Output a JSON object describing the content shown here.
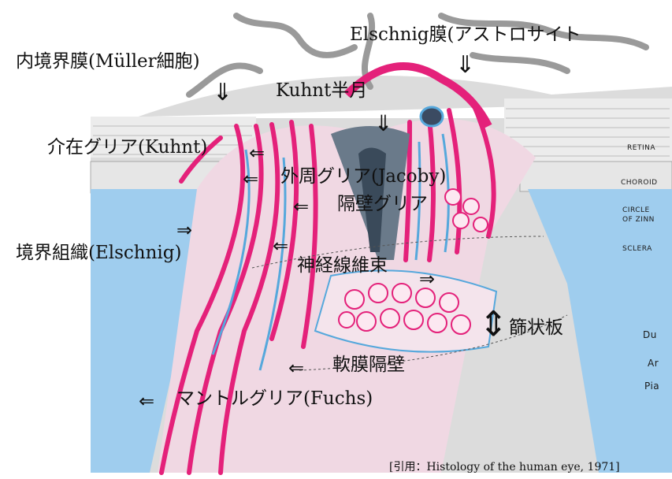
{
  "labels": {
    "muller": "内境界膜(Müller細胞)",
    "elschnig_membrane": "Elschnig膜(アストロサイト",
    "kuhnt_meniscus": "Kuhnt半月",
    "kuhnt_glia": "介在グリア(Kuhnt)",
    "peripheral_glia": "外周グリア(Jacoby)",
    "septal_glia": "隔壁グリア",
    "border_tissue": "境界組織(Elschnig)",
    "nerve_bundle": "神経線維束",
    "lamina_cribrosa": "篩状板",
    "pial_septa": "軟膜隔壁",
    "mantle_glia": "マントルグリア(Fuchs)"
  },
  "arrows": {
    "down": "⇓",
    "left": "⇐",
    "right": "⇒",
    "updown": "⇕"
  },
  "tissue_labels": {
    "retina": "RETINA",
    "choroid": "CHOROID",
    "circle_of_zinn_1": "CIRCLE",
    "circle_of_zinn_2": "OF ZINN",
    "sclera": "SCLERA",
    "du": "Du",
    "ar": "Ar",
    "pia": "Pia"
  },
  "citation": "[引用：Histology of the human eye, 1971]",
  "colors": {
    "glia_magenta": "#e4217a",
    "connective_blue": "#56a8dc",
    "tissue_gray": "#c9c9c9",
    "background": "#ffffff"
  }
}
